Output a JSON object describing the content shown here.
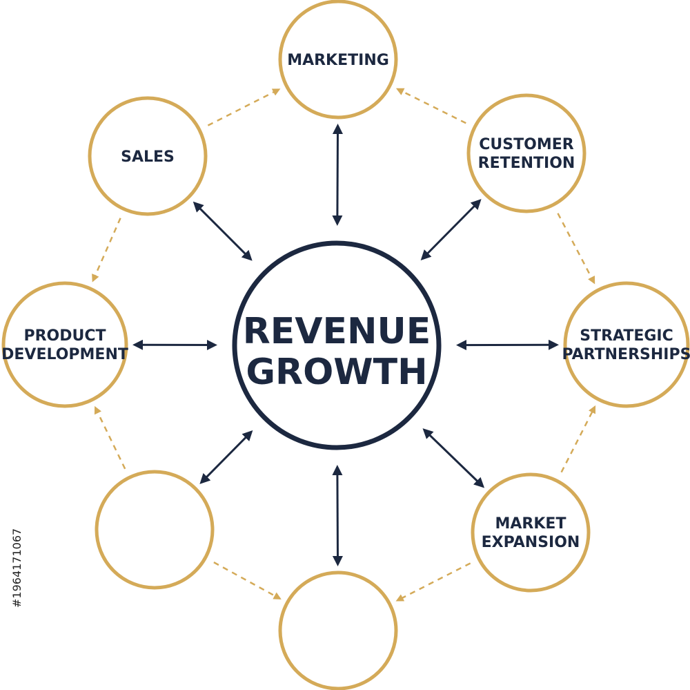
{
  "center": {
    "line1": "REVENUE",
    "line2": "GROWTH"
  },
  "nodes": [
    {
      "id": "marketing",
      "line1": "MARKETING",
      "line2": ""
    },
    {
      "id": "customer-retention",
      "line1": "CUSTOMER",
      "line2": "RETENTION"
    },
    {
      "id": "strategic-partnerships",
      "line1": "STRATEGIC",
      "line2": "PARTNERSHIPS"
    },
    {
      "id": "market-expansion",
      "line1": "MARKET",
      "line2": "EXPANSION"
    },
    {
      "id": "bottom",
      "line1": "",
      "line2": ""
    },
    {
      "id": "bottom-left",
      "line1": "",
      "line2": ""
    },
    {
      "id": "product-development",
      "line1": "PRODUCT",
      "line2": "DEVELOPMENT"
    },
    {
      "id": "sales",
      "line1": "SALES",
      "line2": ""
    }
  ],
  "watermark_id": "#1964171067",
  "colors": {
    "navy": "#1c2840",
    "gold": "#d4aa58"
  }
}
